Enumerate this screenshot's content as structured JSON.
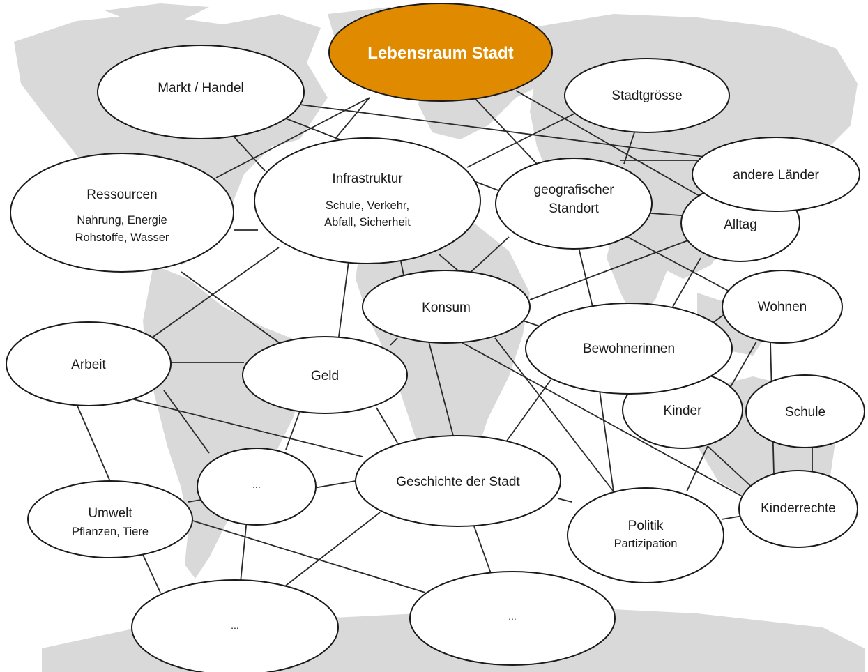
{
  "colors": {
    "central_fill": "#e08a00",
    "node_fill": "#ffffff",
    "stroke": "#1a1a1a",
    "map": "#d9d9d9"
  },
  "nodes": {
    "lebensraum": {
      "label": "Lebensraum Stadt"
    },
    "markt": {
      "label": "Markt / Handel"
    },
    "stadtgroesse": {
      "label": "Stadtgrösse"
    },
    "andere_laender": {
      "label": "andere Länder"
    },
    "ressourcen": {
      "label": "Ressourcen",
      "sub1": "Nahrung, Energie",
      "sub2": "Rohstoffe, Wasser"
    },
    "infrastruktur": {
      "label": "Infrastruktur",
      "sub1": "Schule, Verkehr,",
      "sub2": "Abfall, Sicherheit"
    },
    "geo": {
      "label1": "geografischer",
      "label2": "Standort"
    },
    "alltag": {
      "label": "Alltag"
    },
    "konsum": {
      "label": "Konsum"
    },
    "wohnen": {
      "label": "Wohnen"
    },
    "bewohner": {
      "label": "Bewohnerinnen"
    },
    "arbeit": {
      "label": "Arbeit"
    },
    "geld": {
      "label": "Geld"
    },
    "kinder": {
      "label": "Kinder"
    },
    "schule": {
      "label": "Schule"
    },
    "dots_a": {
      "label": "..."
    },
    "geschichte": {
      "label": "Geschichte der Stadt"
    },
    "kinderrechte": {
      "label": "Kinderrechte"
    },
    "umwelt": {
      "label": "Umwelt",
      "sub1": "Pflanzen, Tiere"
    },
    "politik": {
      "label": "Politik",
      "sub1": "Partizipation"
    },
    "dots_b": {
      "label": "..."
    },
    "dots_c": {
      "label": "..."
    }
  }
}
